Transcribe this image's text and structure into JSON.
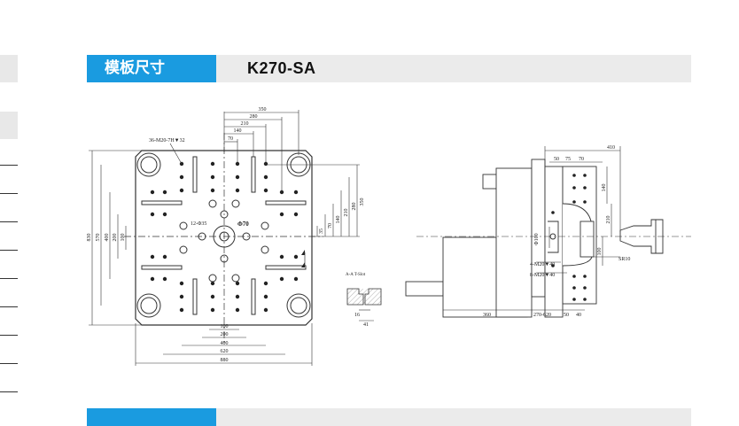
{
  "header": {
    "title": "模板尺寸",
    "model": "K270-SA"
  },
  "front_view": {
    "bolt_pattern": "36-M20-7H▼32",
    "top_dims": [
      "350",
      "280",
      "210",
      "140",
      "70"
    ],
    "bottom_dims": [
      "100",
      "200",
      "400",
      "620",
      "880"
    ],
    "left_dims": [
      "830",
      "570",
      "400",
      "200",
      "100"
    ],
    "right_dims": [
      "350",
      "280",
      "210",
      "140",
      "70",
      "35"
    ],
    "center_hole": "Φ70",
    "locating_holes": "12-Φ35"
  },
  "slot_detail": {
    "label": "A-A T-Slot",
    "dims": [
      "16",
      "41"
    ]
  },
  "side_view": {
    "top_dims": [
      "410",
      "50",
      "75",
      "70"
    ],
    "right_dims": [
      "140",
      "210",
      "100"
    ],
    "ball_radius": "SR10",
    "dia_label": "Φ100",
    "thread_1": "4-M20▼40",
    "thread_2": "8-M20▼40",
    "bottom_dims": [
      "360",
      "270-620",
      "50",
      "40"
    ]
  }
}
